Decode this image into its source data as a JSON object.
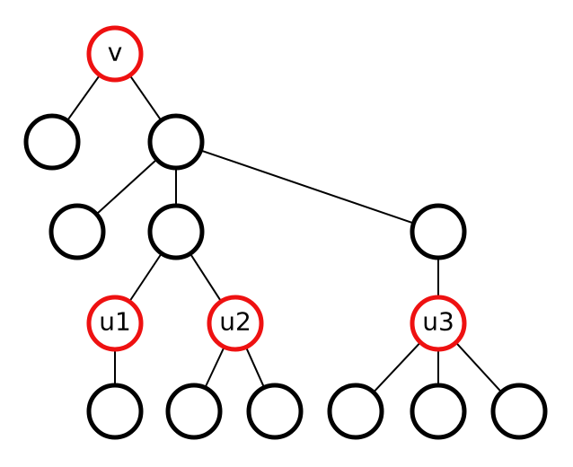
{
  "colors": {
    "highlight": "#ee1111",
    "normal": "#000000"
  },
  "nodes": [
    {
      "id": "v",
      "label": "v",
      "highlighted": true
    },
    {
      "id": "a",
      "label": "",
      "highlighted": false
    },
    {
      "id": "b",
      "label": "",
      "highlighted": false
    },
    {
      "id": "c",
      "label": "",
      "highlighted": false
    },
    {
      "id": "d",
      "label": "",
      "highlighted": false
    },
    {
      "id": "e",
      "label": "",
      "highlighted": false
    },
    {
      "id": "u1",
      "label": "u1",
      "highlighted": true
    },
    {
      "id": "u2",
      "label": "u2",
      "highlighted": true
    },
    {
      "id": "u3",
      "label": "u3",
      "highlighted": true
    },
    {
      "id": "f",
      "label": "",
      "highlighted": false
    },
    {
      "id": "g",
      "label": "",
      "highlighted": false
    },
    {
      "id": "h",
      "label": "",
      "highlighted": false
    },
    {
      "id": "i",
      "label": "",
      "highlighted": false
    },
    {
      "id": "j",
      "label": "",
      "highlighted": false
    },
    {
      "id": "k",
      "label": "",
      "highlighted": false
    }
  ],
  "edges": [
    [
      "v",
      "a"
    ],
    [
      "v",
      "b"
    ],
    [
      "b",
      "c"
    ],
    [
      "b",
      "d"
    ],
    [
      "b",
      "e"
    ],
    [
      "d",
      "u1"
    ],
    [
      "d",
      "u2"
    ],
    [
      "e",
      "u3"
    ],
    [
      "u1",
      "f"
    ],
    [
      "u2",
      "g"
    ],
    [
      "u2",
      "h"
    ],
    [
      "u3",
      "i"
    ],
    [
      "u3",
      "j"
    ],
    [
      "u3",
      "k"
    ]
  ]
}
